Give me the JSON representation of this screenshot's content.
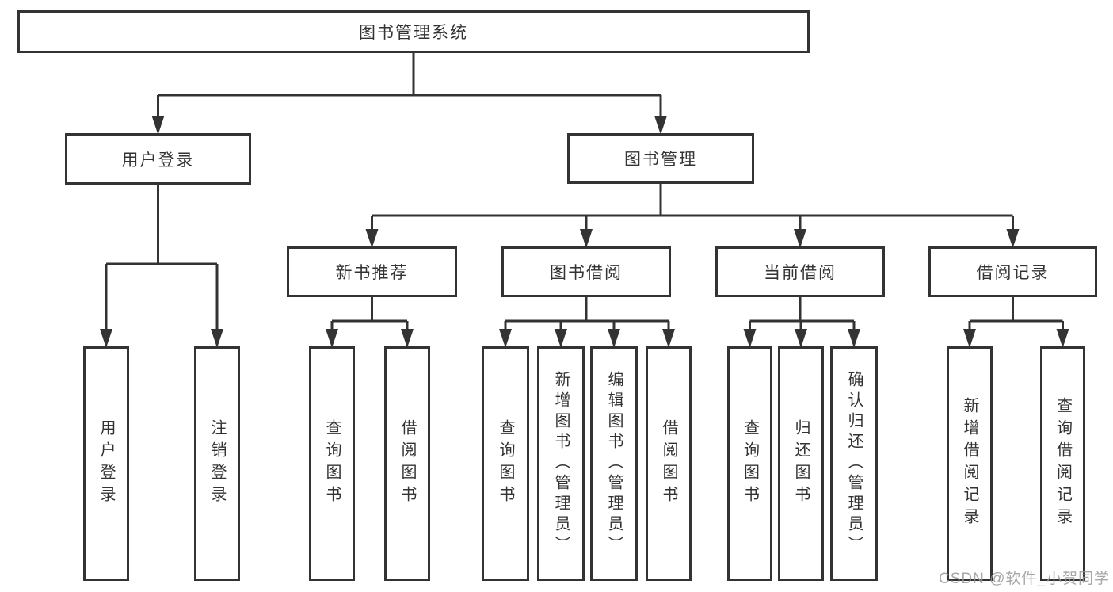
{
  "diagram": {
    "type": "tree-diagram",
    "watermark": "CSDN @软件_小贺同学",
    "colors": {
      "line": "#333333",
      "box_border": "#333333",
      "text": "#333333",
      "background": "#ffffff",
      "watermark": "#989898"
    },
    "root": {
      "id": "library-system",
      "label": "图书管理系统",
      "children": [
        {
          "id": "user-login",
          "label": "用户登录",
          "children": [
            {
              "id": "user-login-action",
              "label": "用户登录"
            },
            {
              "id": "logout-action",
              "label": "注销登录"
            }
          ]
        },
        {
          "id": "book-management",
          "label": "图书管理",
          "children": [
            {
              "id": "new-book-recommend",
              "label": "新书推荐",
              "children": [
                {
                  "id": "recommend-query-books",
                  "label": "查询图书"
                },
                {
                  "id": "recommend-borrow-books",
                  "label": "借阅图书"
                }
              ]
            },
            {
              "id": "book-borrow",
              "label": "图书借阅",
              "children": [
                {
                  "id": "borrow-query-books",
                  "label": "查询图书"
                },
                {
                  "id": "borrow-add-books-admin",
                  "label": "新增图书（管理员）"
                },
                {
                  "id": "borrow-edit-books-admin",
                  "label": "编辑图书（管理员）"
                },
                {
                  "id": "borrow-borrow-books",
                  "label": "借阅图书"
                }
              ]
            },
            {
              "id": "current-borrow",
              "label": "当前借阅",
              "children": [
                {
                  "id": "current-query-books",
                  "label": "查询图书"
                },
                {
                  "id": "current-return-books",
                  "label": "归还图书"
                },
                {
                  "id": "current-confirm-return-admin",
                  "label": "确认归还（管理员）"
                }
              ]
            },
            {
              "id": "borrow-records",
              "label": "借阅记录",
              "children": [
                {
                  "id": "records-add-record",
                  "label": "新增借阅记录"
                },
                {
                  "id": "records-query-record",
                  "label": "查询借阅记录"
                }
              ]
            }
          ]
        }
      ]
    }
  }
}
